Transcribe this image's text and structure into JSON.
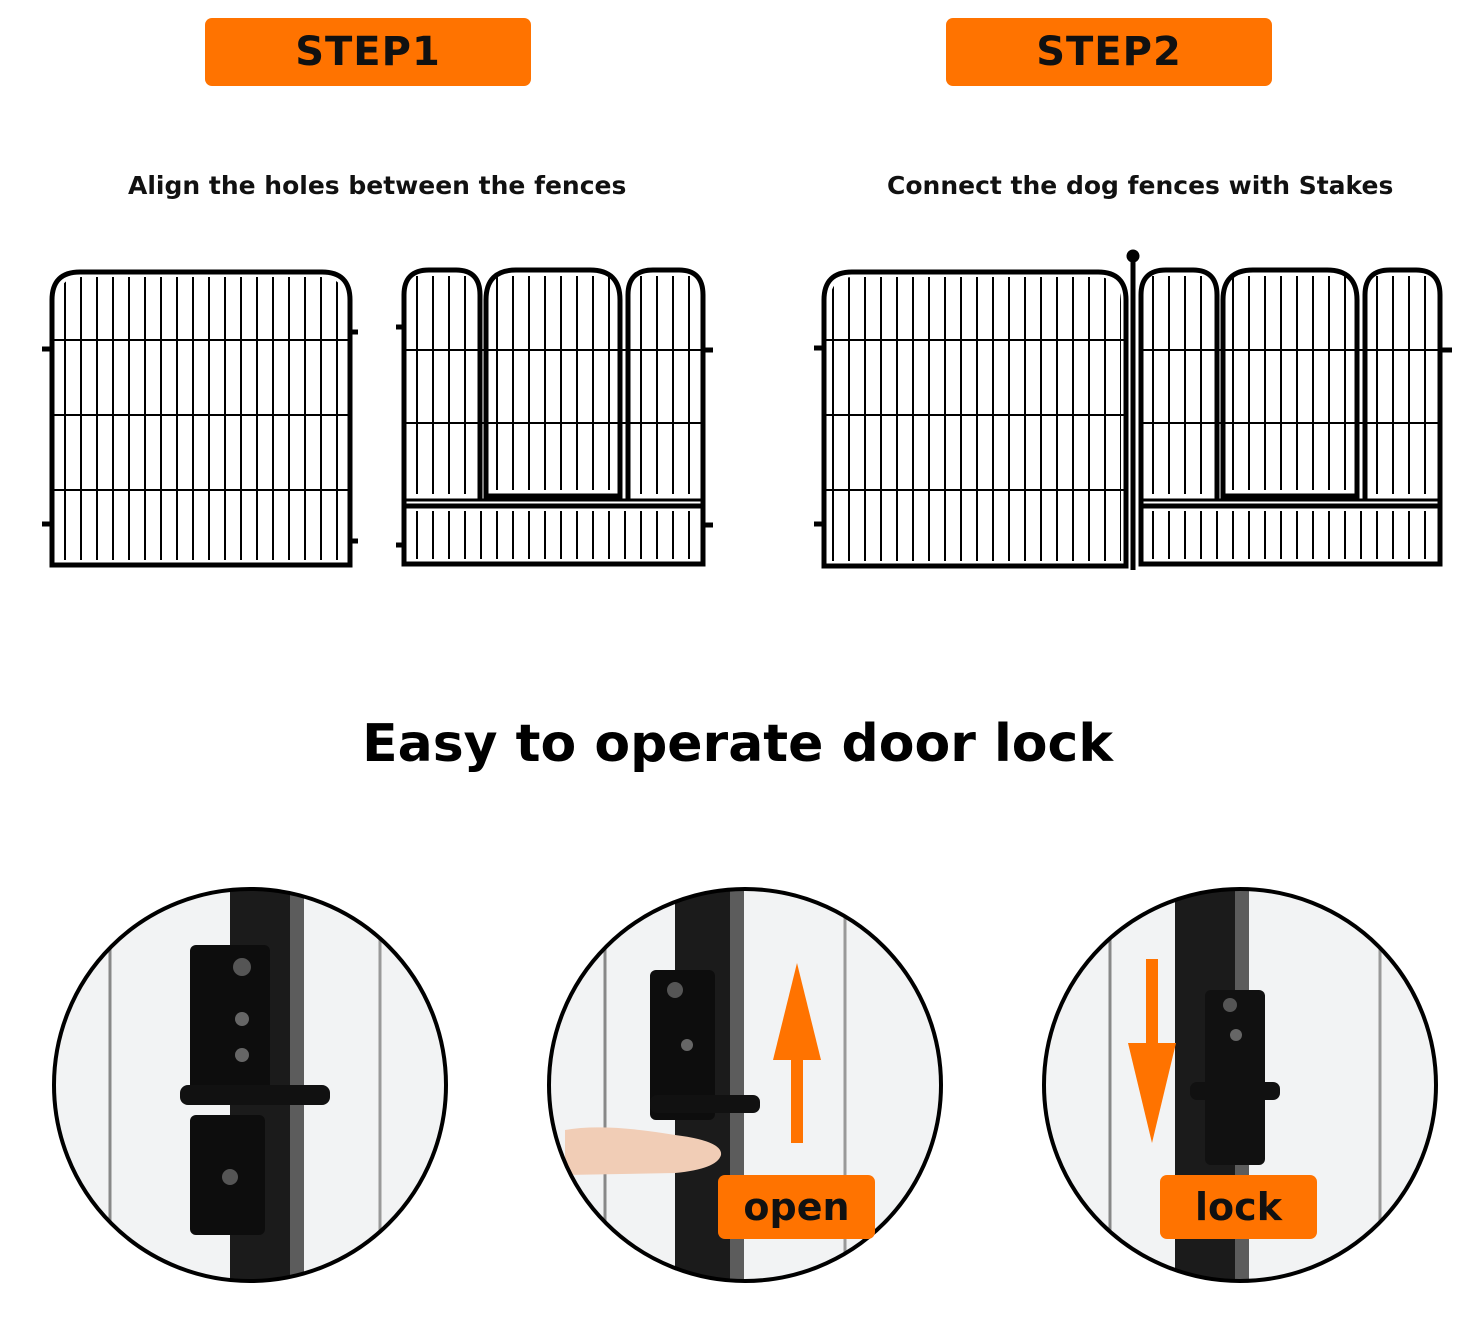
{
  "colors": {
    "accent": "#ff7300",
    "ink": "#111111"
  },
  "step1": {
    "label": "STEP1",
    "caption": "Align the holes between the fences"
  },
  "step2": {
    "label": "STEP2",
    "caption": "Connect the dog fences with Stakes"
  },
  "headline": "Easy to operate door lock",
  "lock_photos": {
    "open_label": "open",
    "lock_label": "lock",
    "open_arrow": "arrow-up-icon",
    "lock_arrow": "arrow-down-icon"
  }
}
